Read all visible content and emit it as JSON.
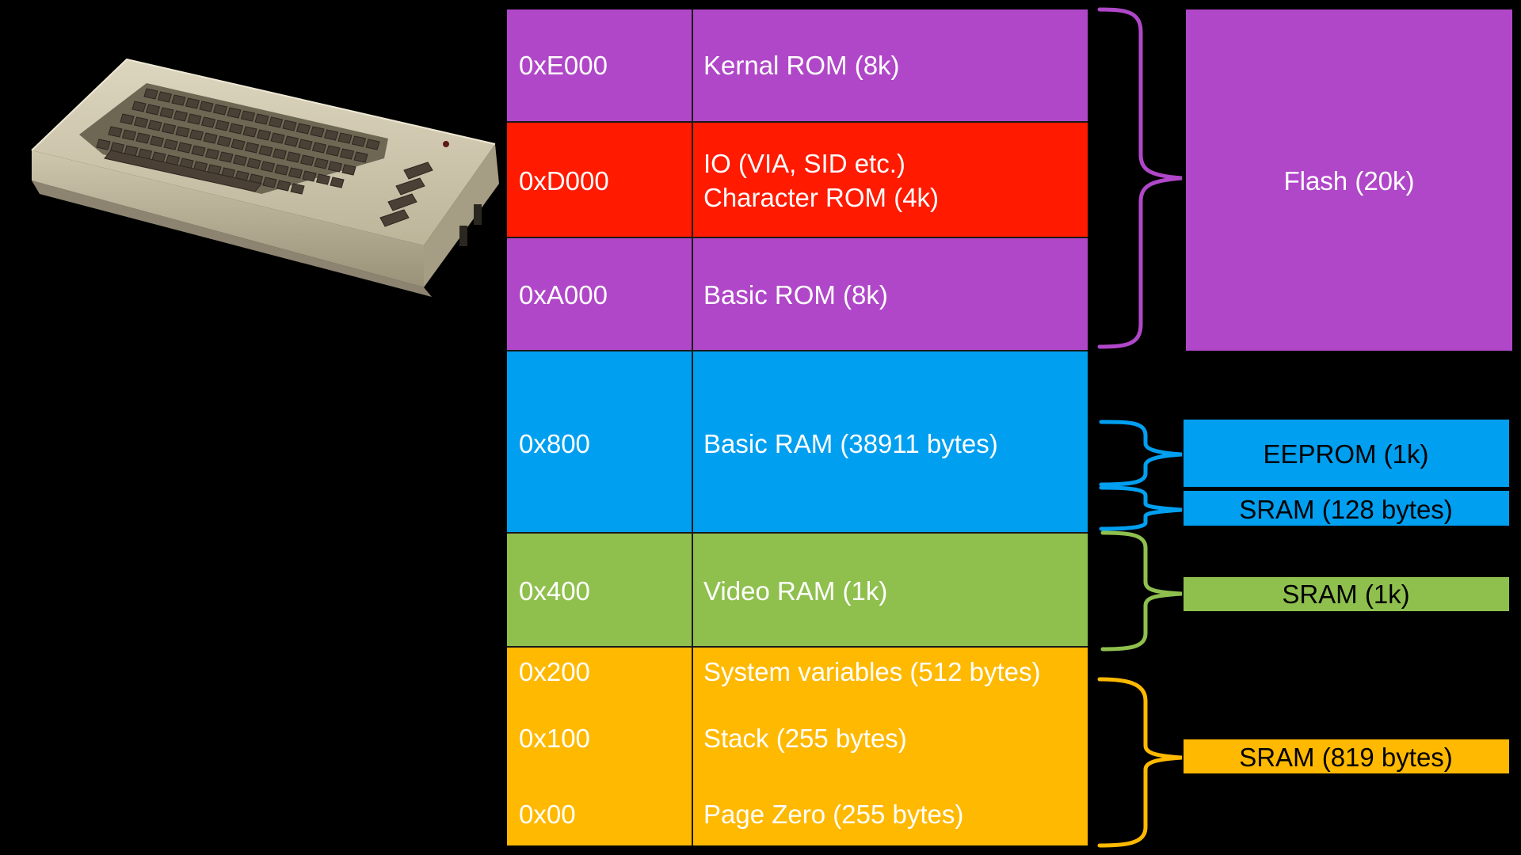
{
  "colors": {
    "background": "#000000",
    "rom": "#b047c8",
    "io": "#ff1a00",
    "basic_ram": "#009ff0",
    "video_ram": "#8fc04e",
    "system": "#ffb900",
    "divider": "#1a1a1a"
  },
  "image": {
    "icon": "commodore-64-computer-icon"
  },
  "memory_map": {
    "rows": [
      {
        "addr": "0xE000",
        "label": "Kernal ROM (8k)"
      },
      {
        "addr": "0xD000",
        "label_line1": "IO (VIA, SID etc.)",
        "label_line2": "Character ROM (4k)"
      },
      {
        "addr": "0xA000",
        "label": "Basic ROM (8k)"
      },
      {
        "addr": "0x800",
        "label": "Basic RAM (38911 bytes)"
      },
      {
        "addr": "0x400",
        "label": "Video RAM (1k)"
      }
    ],
    "low": [
      {
        "addr": "0x200",
        "label": "System variables (512 bytes)"
      },
      {
        "addr": "0x100",
        "label": "Stack (255 bytes)"
      },
      {
        "addr": "0x00",
        "label": "Page Zero (255 bytes)"
      }
    ]
  },
  "mapping": {
    "flash": "Flash (20k)",
    "eeprom": "EEPROM (1k)",
    "sram_128": "SRAM (128 bytes)",
    "sram_1k": "SRAM (1k)",
    "sram_819": "SRAM (819 bytes)"
  }
}
